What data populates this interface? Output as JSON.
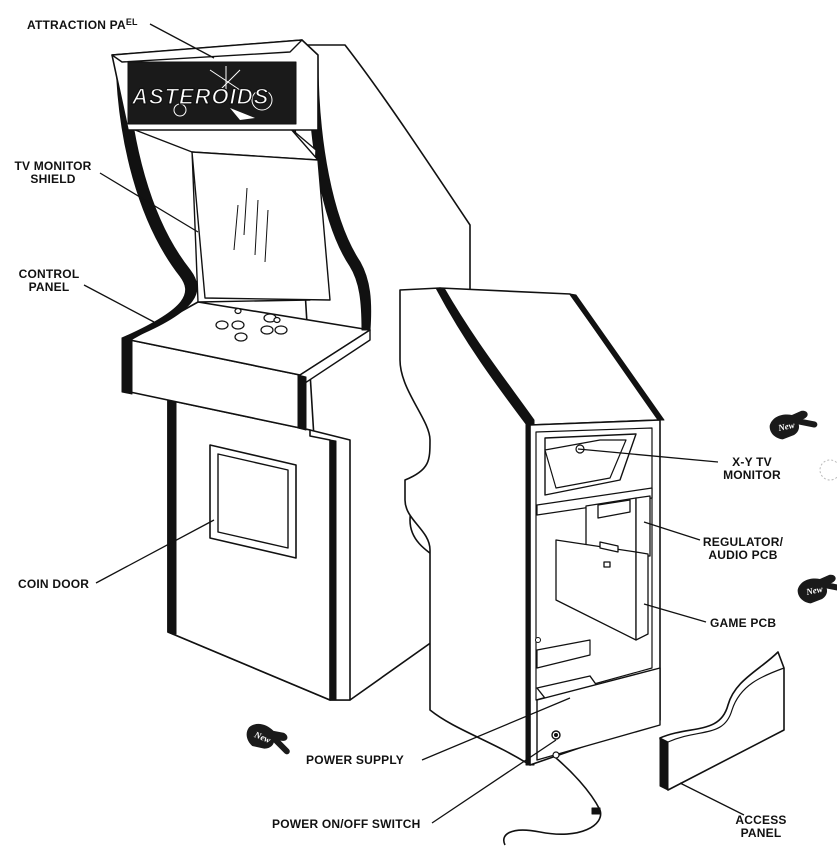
{
  "labels": {
    "attraction_panel": "ATTRACTION PA",
    "attraction_panel_obscured": "EL",
    "tv_monitor_shield_1": "TV MONITOR",
    "tv_monitor_shield_2": "SHIELD",
    "control_panel_1": "CONTROL",
    "control_panel_2": "PANEL",
    "coin_door": "COIN DOOR",
    "xy_monitor_1": "X-Y TV",
    "xy_monitor_2": "MONITOR",
    "regulator_1": "REGULATOR/",
    "regulator_2": "AUDIO PCB",
    "game_pcb": "GAME PCB",
    "power_supply": "POWER SUPPLY",
    "power_switch": "POWER ON/OFF SWITCH",
    "access_panel_1": "ACCESS",
    "access_panel_2": "PANEL"
  },
  "marquee": {
    "title": "ASTEROIDS"
  },
  "badges": {
    "new": "New"
  }
}
